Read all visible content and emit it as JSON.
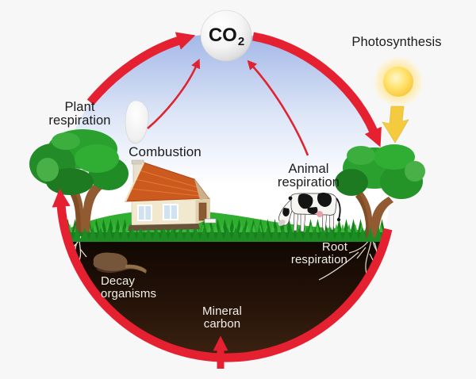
{
  "labels": {
    "co2": {
      "formula_main": "CO",
      "formula_sub": "2"
    },
    "photosynthesis": "Photosynthesis",
    "plant_respiration": [
      "Plant",
      "respiration"
    ],
    "combustion": "Combustion",
    "animal_respiration": [
      "Animal",
      "respiration"
    ],
    "root_respiration": [
      "Root",
      "respiration"
    ],
    "decay_organisms": [
      "Decay",
      "organisms"
    ],
    "mineral_carbon": [
      "Mineral",
      "carbon"
    ]
  },
  "colors": {
    "cycle_arrow_red": "#e52030",
    "sky_blue_top": "#a2b6e7",
    "grass_green": "#2fae2f",
    "grass_blade_dark": "#17821d",
    "soil_brown_dark": "#140a04",
    "soil_brown_light": "#3f2513",
    "sun_yellow": "#ffd84a",
    "photosynthesis_arrow_yellow": "#f2c83c",
    "co2_sphere": "#ffffff",
    "label_dark": "#1b1b1b",
    "label_light": "#f2efe9",
    "house_roof_orange": "#cc5a1e",
    "house_wall_cream": "#f2e8cd",
    "tree_trunk_brown": "#925a30",
    "tree_canopy_green": "#2aa12f"
  }
}
